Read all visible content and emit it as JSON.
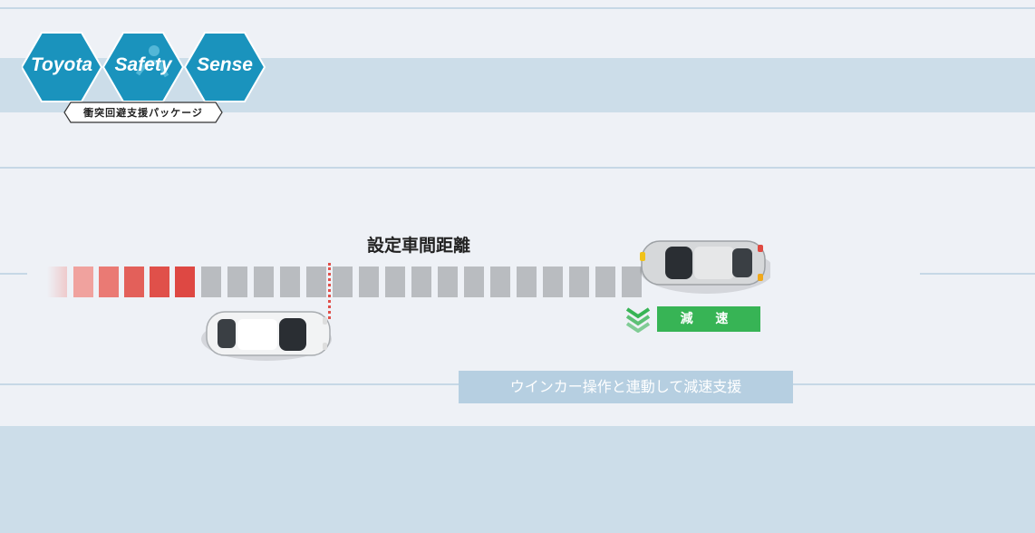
{
  "logo": {
    "words": [
      "Toyota",
      "Safety",
      "Sense"
    ],
    "tagline": "衝突回避支援パッケージ",
    "hex_color": "#1a93bd"
  },
  "scene": {
    "gap_label": "設定車間距離",
    "decel_badge": "減 速",
    "caption": "ウインカー操作と連動して減速支援",
    "colors": {
      "road": "#eef1f6",
      "band": "#ccdde9",
      "cell_gray": "#b9bcc0",
      "cell_red": "#e0504a",
      "decel_green": "#37b455"
    }
  }
}
